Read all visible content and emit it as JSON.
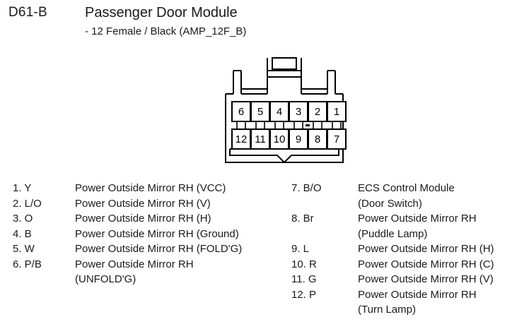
{
  "header": {
    "connector_code": "D61-B",
    "module_title": "Passenger Door Module",
    "module_subtitle": "- 12 Female / Black (AMP_12F_B)"
  },
  "connector": {
    "type": "12-way female connector",
    "color": "Black",
    "part_code": "AMP_12F_B",
    "top_row_pins": [
      "6",
      "5",
      "4",
      "3",
      "2",
      "1"
    ],
    "bottom_row_pins": [
      "12",
      "11",
      "10",
      "9",
      "8",
      "7"
    ],
    "outline_color": "#000000",
    "body_fill": "#ffffff"
  },
  "pin_list_left": [
    {
      "id": "1. Y",
      "desc": "Power Outside Mirror RH (VCC)",
      "cont": ""
    },
    {
      "id": "2. L/O",
      "desc": "Power Outside Mirror RH (V)",
      "cont": ""
    },
    {
      "id": "3. O",
      "desc": "Power Outside Mirror RH (H)",
      "cont": ""
    },
    {
      "id": "4. B",
      "desc": "Power Outside Mirror RH (Ground)",
      "cont": ""
    },
    {
      "id": "5. W",
      "desc": "Power Outside Mirror RH (FOLD'G)",
      "cont": ""
    },
    {
      "id": "6. P/B",
      "desc": "Power Outside Mirror RH",
      "cont": "(UNFOLD'G)"
    }
  ],
  "pin_list_right": [
    {
      "id": "7. B/O",
      "desc": "ECS Control Module",
      "cont": "(Door Switch)"
    },
    {
      "id": "8. Br",
      "desc": "Power Outside Mirror RH",
      "cont": "(Puddle Lamp)"
    },
    {
      "id": "9. L",
      "desc": "Power Outside Mirror RH (H)",
      "cont": ""
    },
    {
      "id": "10. R",
      "desc": "Power Outside Mirror RH (C)",
      "cont": ""
    },
    {
      "id": "11. G",
      "desc": "Power Outside Mirror RH (V)",
      "cont": ""
    },
    {
      "id": "12. P",
      "desc": "Power Outside Mirror RH",
      "cont": "(Turn Lamp)"
    }
  ]
}
